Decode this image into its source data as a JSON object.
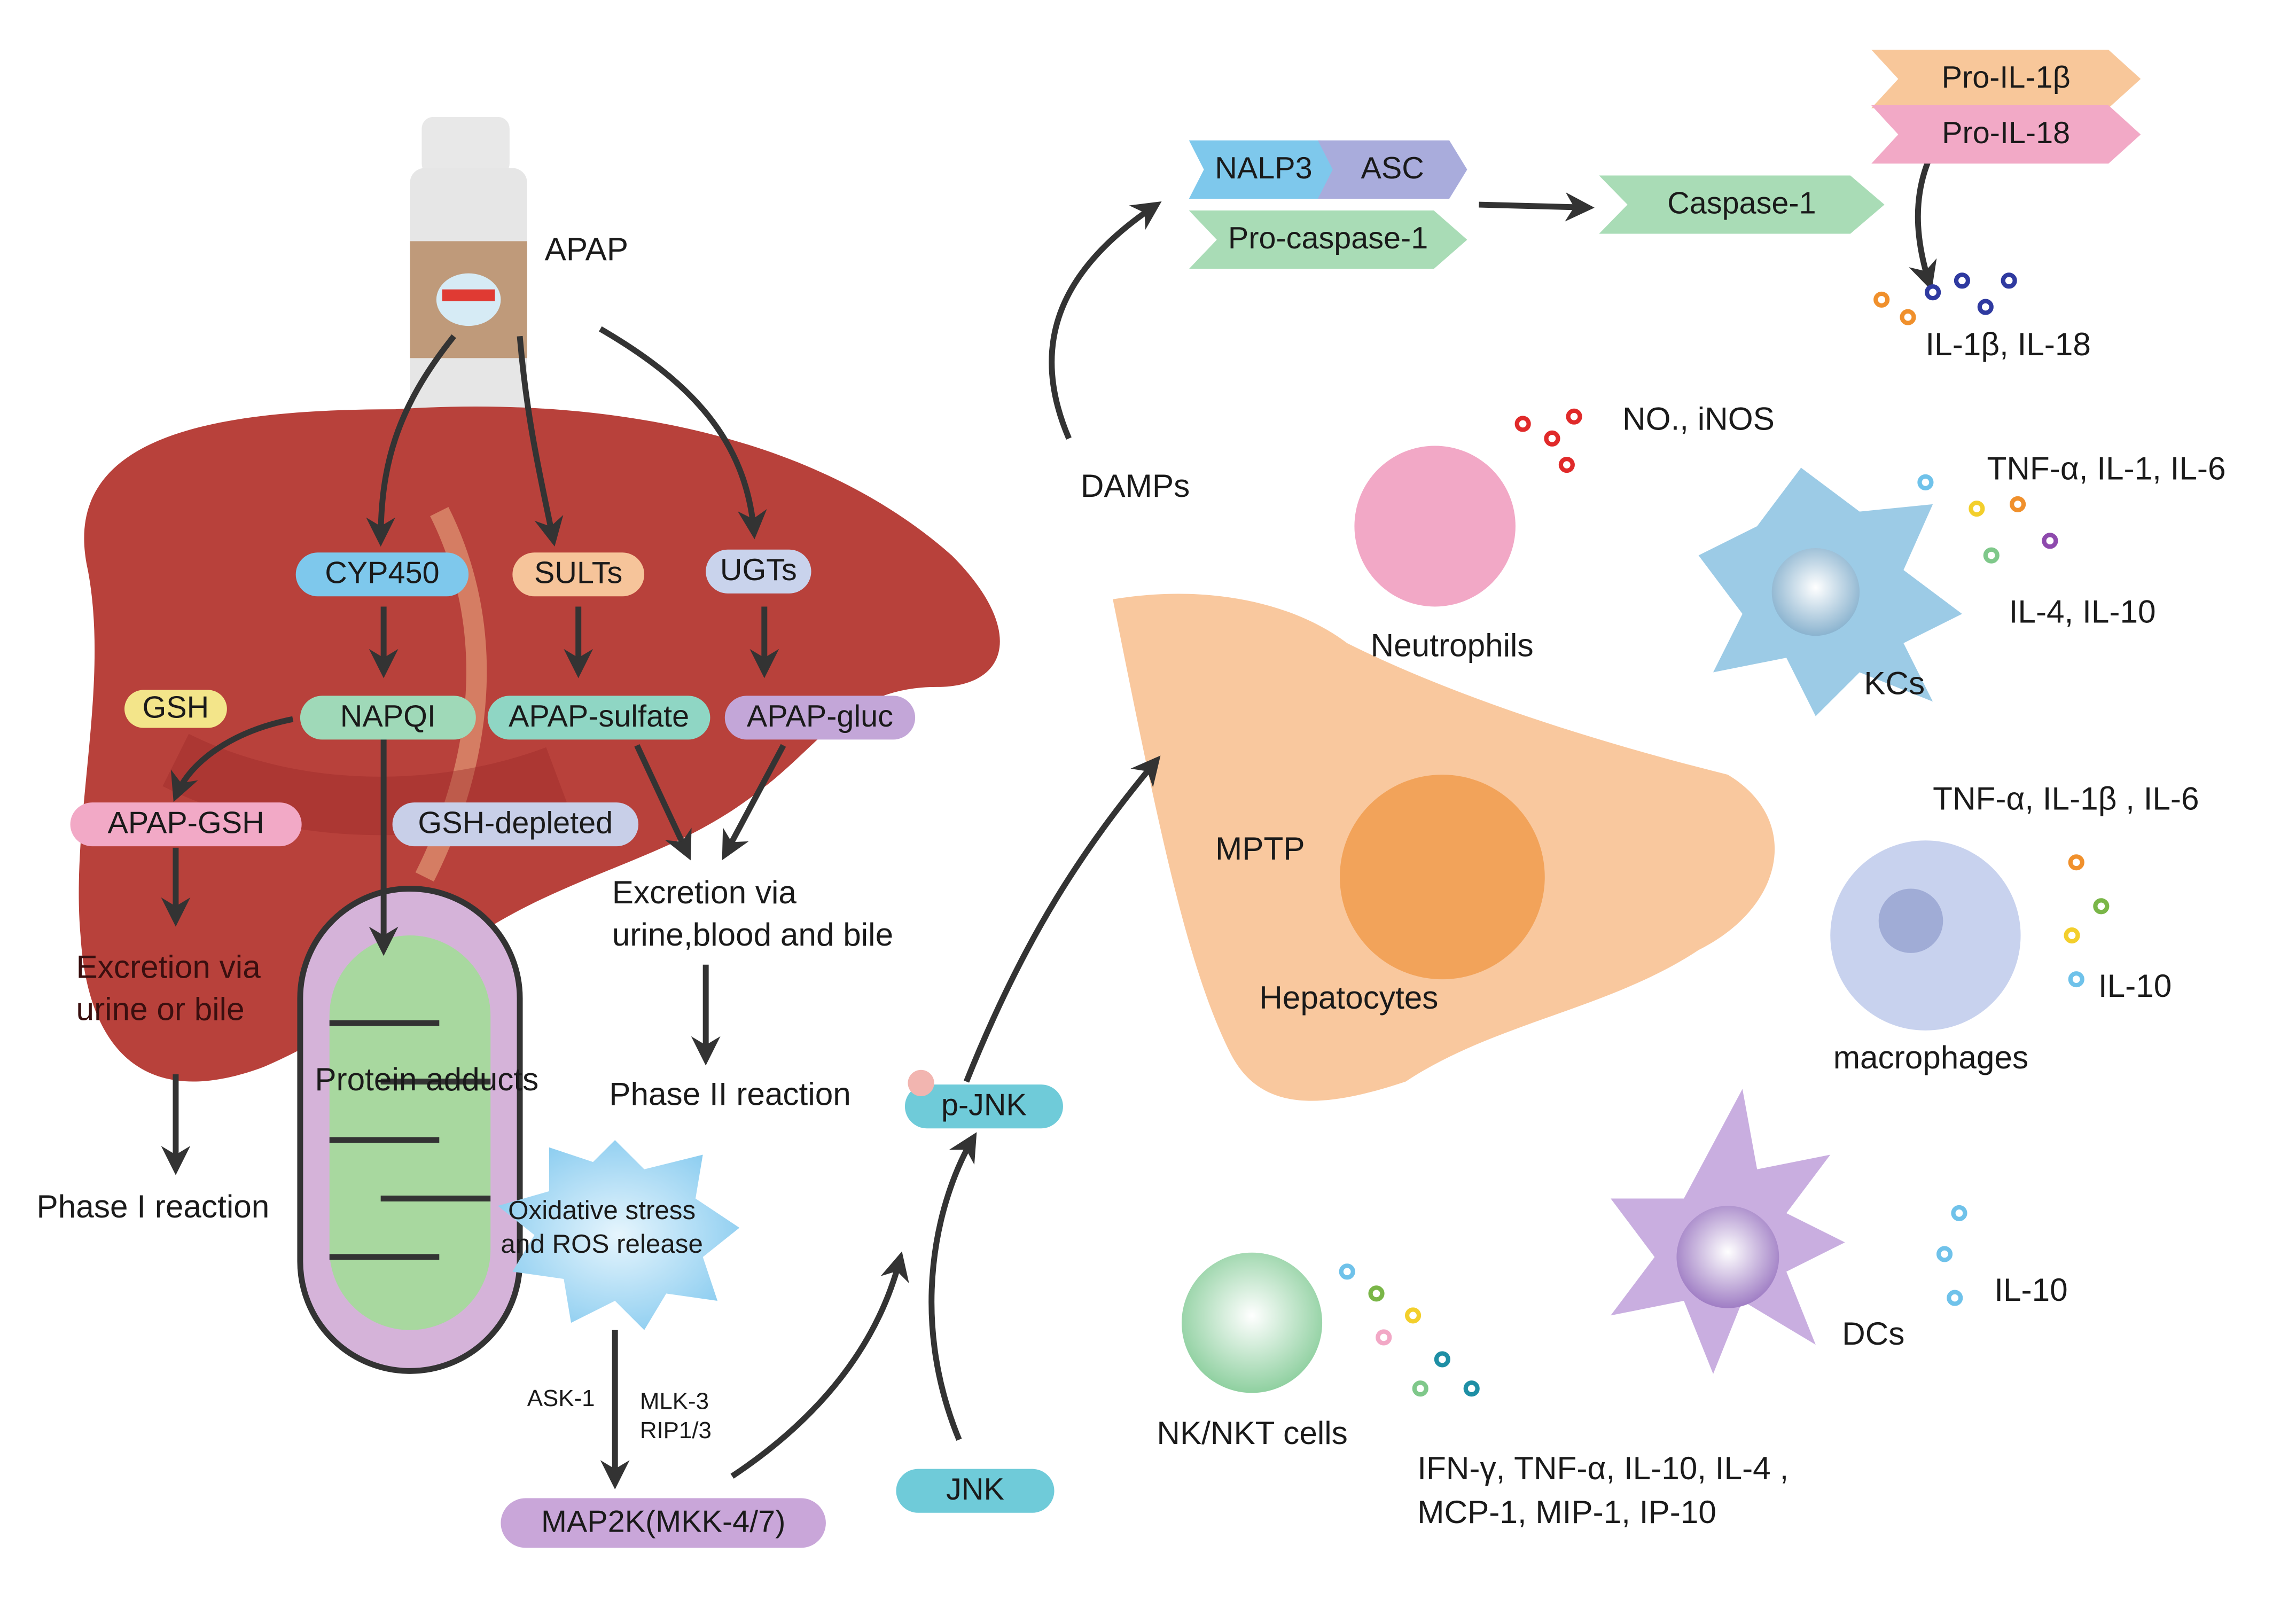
{
  "drug": {
    "label": "APAP",
    "icon": "pill-bottle-icon"
  },
  "liver": {
    "enzymes": [
      "CYP450",
      "SULTs",
      "UGTs"
    ],
    "metabolites": [
      "NAPQI",
      "APAP-sulfate",
      "APAP-gluc"
    ],
    "gsh": "GSH",
    "apap_gsh": "APAP-GSH",
    "gsh_depleted": "GSH-depleted",
    "excretion_left": "Excretion via\nurine or bile",
    "excretion_right": "Excretion via\nurine,blood and bile",
    "phase1": "Phase I reaction",
    "phase2": "Phase II reaction"
  },
  "mitochondrion": {
    "protein_adducts": "Protein adducts",
    "ros": "Oxidative stress\nand ROS release",
    "ask1": "ASK-1",
    "mlk_rip": "MLK-3\nRIP1/3",
    "map2k": "MAP2K(MKK-4/7)"
  },
  "jnk": {
    "p_jnk": "p-JNK",
    "jnk": "JNK"
  },
  "inflammasome": {
    "nalp3": "NALP3",
    "asc": "ASC",
    "pro_caspase": "Pro-caspase-1",
    "caspase": "Caspase-1",
    "pro_il1b": "Pro-IL-1β",
    "pro_il18": "Pro-IL-18",
    "output": "IL-1β, IL-18"
  },
  "hepatocyte": {
    "damps": "DAMPs",
    "mptp": "MPTP",
    "label": "Hepatocytes"
  },
  "immune_cells": {
    "neutrophils": {
      "label": "Neutrophils",
      "secretes": "NO., iNOS"
    },
    "kcs": {
      "label": "KCs",
      "secretes_1": "TNF-α, IL-1, IL-6",
      "secretes_2": "IL-4, IL-10"
    },
    "macrophages": {
      "label": "macrophages",
      "secretes_1": "TNF-α, IL-1β , IL-6",
      "secretes_2": "IL-10"
    },
    "dcs": {
      "label": "DCs",
      "secretes": "IL-10"
    },
    "nk": {
      "label": "NK/NKT cells",
      "secretes": "IFN-γ, TNF-α, IL-10, IL-4 ,\nMCP-1, MIP-1, IP-10"
    }
  },
  "colors": {
    "liver": "#b8413b",
    "liver_dark": "#8f1f1f",
    "cyp450": "#7ec8ec",
    "sults": "#f6c49a",
    "ugts": "#c9d3ec",
    "napqi": "#9fd9b8",
    "sulfate": "#8fd6c4",
    "gluc": "#c3a6d8",
    "apap_gsh": "#f2a9c6",
    "gsh_depleted": "#c8cfe8",
    "gsh": "#f3e58a",
    "jnk": "#6fcbd9",
    "map2k": "#c9a6d9",
    "hepatocyte": "#f9c89e",
    "hep_nucleus": "#f2a35a",
    "neutrophil": "#f2a8c6",
    "kc": "#9ccbe6",
    "macrophage": "#c8d2ee",
    "dc": "#c9aee0",
    "nk": "#a9dbb3"
  }
}
